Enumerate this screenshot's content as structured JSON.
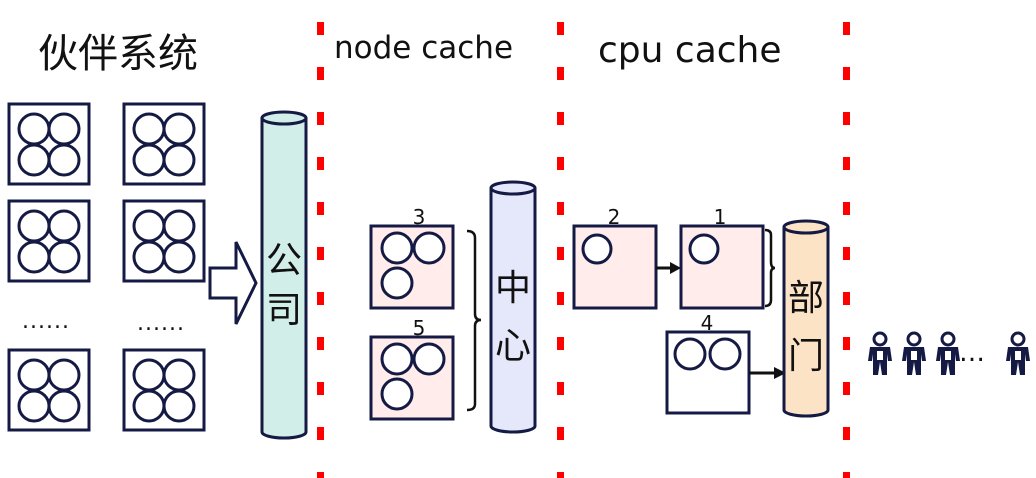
{
  "diagram": {
    "sections": [
      {
        "title": "伙伴系统"
      },
      {
        "title": "node cache"
      },
      {
        "title": "cpu cache"
      }
    ],
    "buddy_system": {
      "ellipsis_left": "......",
      "ellipsis_right": "......",
      "cylinder_label": [
        "公",
        "司"
      ]
    },
    "node_cache": {
      "blocks": [
        {
          "number": "3",
          "circles": 3
        },
        {
          "number": "5",
          "circles": 3
        }
      ],
      "cylinder_label": [
        "中",
        "心"
      ]
    },
    "cpu_cache": {
      "blocks": [
        {
          "number": "2",
          "circles": 1
        },
        {
          "number": "1",
          "circles": 1
        },
        {
          "number": "4",
          "circles": 2
        }
      ],
      "cylinder_label": [
        "部",
        "门"
      ]
    },
    "people": {
      "ellipsis": "…"
    },
    "colors": {
      "divider": "#ff0000",
      "outline": "#141a44",
      "company_fill": "#d2eee8",
      "center_fill": "#e4e8fa",
      "department_fill": "#fde3c6",
      "block_fill": "#ffeceb"
    }
  }
}
